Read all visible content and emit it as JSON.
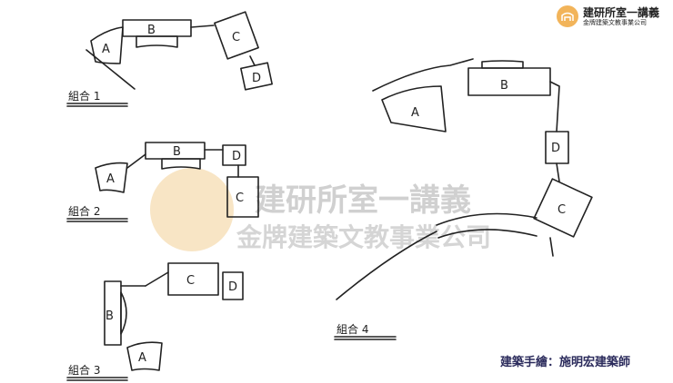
{
  "logo": {
    "title": "建研所室一講義",
    "subtitle": "金牌建築文教事業公司",
    "icon": "house-arch-icon",
    "color": "#f2b45a"
  },
  "watermark": {
    "title": "建研所室一講義",
    "subtitle": "金牌建築文教事業公司"
  },
  "credit": "建築手繪：施明宏建築師",
  "credit_color": "#2b2b5c",
  "spaces": {
    "a": "A",
    "b": "B",
    "c": "C",
    "d": "D"
  },
  "combinations": [
    {
      "label": "組合 1"
    },
    {
      "label": "組合 2"
    },
    {
      "label": "組合 3"
    },
    {
      "label": "組合 4"
    }
  ]
}
